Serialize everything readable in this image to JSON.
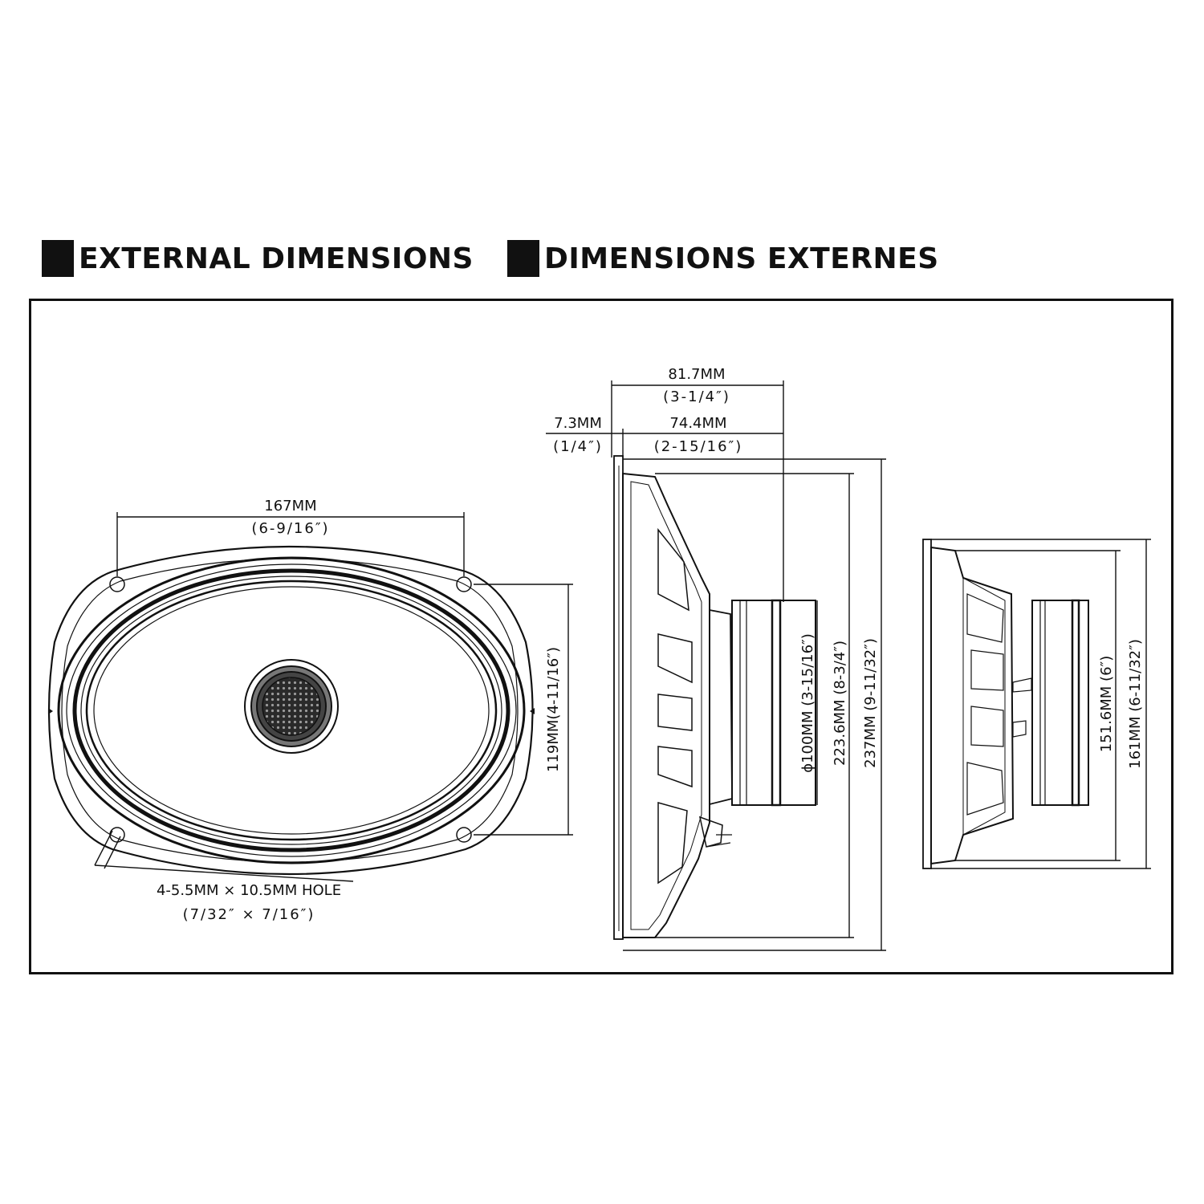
{
  "headings": {
    "english": "EXTERNAL DIMENSIONS",
    "french": "DIMENSIONS EXTERNES"
  },
  "front_view": {
    "width_mm": "167MM",
    "width_in": "(6-9/16″)",
    "height": "119MM(4-11/16″)",
    "hole_mm": "4-5.5MM × 10.5MM HOLE",
    "hole_in": "(7/32″ × 7/16″)"
  },
  "side_view": {
    "depth_mm": "81.7MM",
    "depth_in": "(3-1/4″)",
    "flange_mm": "7.3MM",
    "flange_in": "(1/4″)",
    "mount_mm": "74.4MM",
    "mount_in": "(2-15/16″)",
    "magnet": "ϕ100MM  (3-15/16″)",
    "cutout": "223.6MM  (8-3/4″)",
    "overall": "237MM  (9-11/32″)"
  },
  "end_view": {
    "cutout": "151.6MM  (6″)",
    "overall": "161MM  (6-11/32″)"
  }
}
